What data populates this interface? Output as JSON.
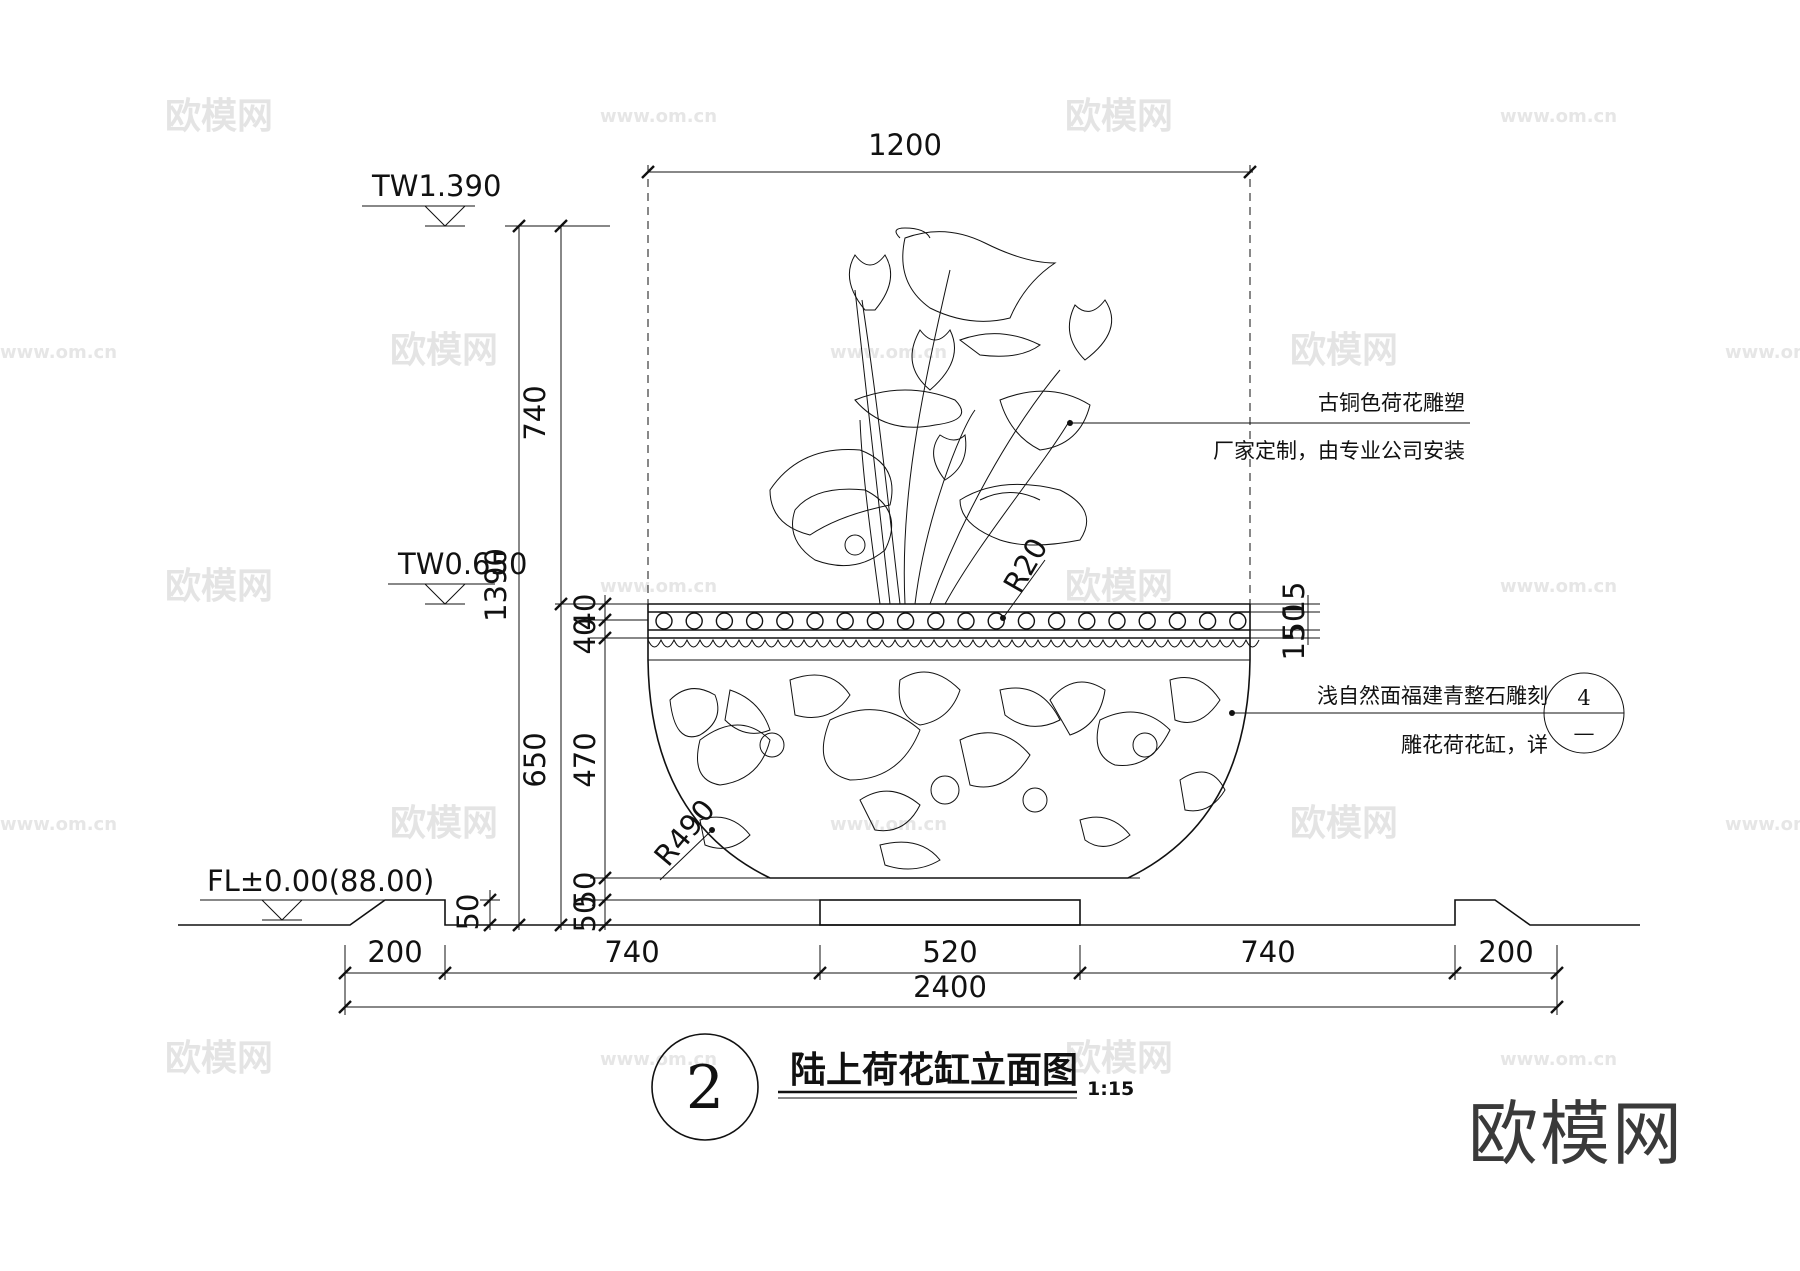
{
  "drawing": {
    "title": "陆上荷花缸立面图",
    "scale": "1:15",
    "detail_number": "2",
    "watermark_logo": "欧模网",
    "watermark_url": "www.om.cn",
    "brand": "欧模网"
  },
  "levels": {
    "top": "TW1.390",
    "mid": "TW0.650",
    "floor": "FL±0.00(88.00)"
  },
  "dimensions": {
    "width_top": "1200",
    "vertical_total": "1390",
    "vertical_sculpture": "740",
    "vertical_basin": "650",
    "vertical_step": "50",
    "rim_a": "40",
    "rim_b": "40",
    "body": "470",
    "base_a": "50",
    "base_b": "50",
    "right_1": "15",
    "right_2": "50",
    "right_3": "15",
    "radius_top": "R20",
    "radius_body": "R490",
    "bottom_segments": [
      "200",
      "740",
      "520",
      "740",
      "200"
    ],
    "bottom_total": "2400"
  },
  "annotations": {
    "sculpture_line1": "古铜色荷花雕塑",
    "sculpture_line2": "厂家定制，由专业公司安装",
    "basin_line1": "浅自然面福建青整石雕刻",
    "basin_line2": "雕花荷花缸，详",
    "ref_top": "4",
    "ref_bottom": "—"
  }
}
